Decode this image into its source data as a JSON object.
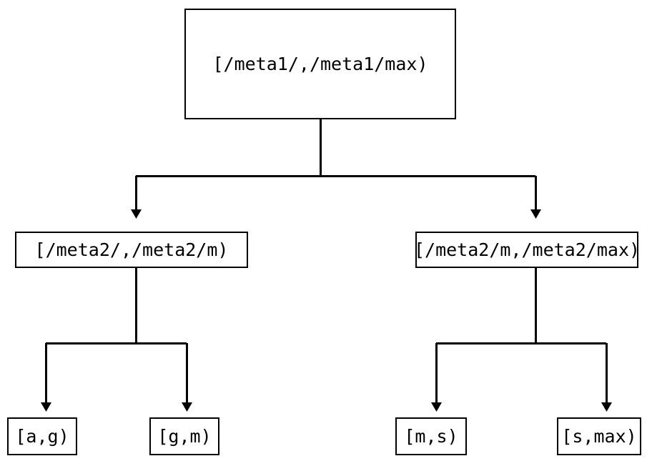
{
  "diagram": {
    "type": "tree",
    "title": "",
    "background_color": "#ffffff",
    "line_color": "#000000",
    "text_color": "#000000",
    "nodes": {
      "root": {
        "label": "[/meta1/,/meta1/max)",
        "level": 0
      },
      "level2": [
        {
          "id": "l2-left",
          "label": "[/meta2/,/meta2/m)",
          "level": 1
        },
        {
          "id": "l2-right",
          "label": "[/meta2/m,/meta2/max)",
          "level": 1
        }
      ],
      "leaves": [
        {
          "id": "leaf-ag",
          "label": "[a,g)",
          "level": 2,
          "parent": "l2-left"
        },
        {
          "id": "leaf-gm",
          "label": "[g,m)",
          "level": 2,
          "parent": "l2-left"
        },
        {
          "id": "leaf-ms",
          "label": "[m,s)",
          "level": 2,
          "parent": "l2-right"
        },
        {
          "id": "leaf-smax",
          "label": "[s,max)",
          "level": 2,
          "parent": "l2-right"
        }
      ]
    },
    "edges": [
      {
        "from": "root",
        "to": "l2-left",
        "arrow": "filled-triangle"
      },
      {
        "from": "root",
        "to": "l2-right",
        "arrow": "filled-triangle"
      },
      {
        "from": "l2-left",
        "to": "leaf-ag",
        "arrow": "filled-triangle"
      },
      {
        "from": "l2-left",
        "to": "leaf-gm",
        "arrow": "filled-triangle"
      },
      {
        "from": "l2-right",
        "to": "leaf-ms",
        "arrow": "filled-triangle"
      },
      {
        "from": "l2-right",
        "to": "leaf-smax",
        "arrow": "filled-triangle"
      }
    ]
  }
}
